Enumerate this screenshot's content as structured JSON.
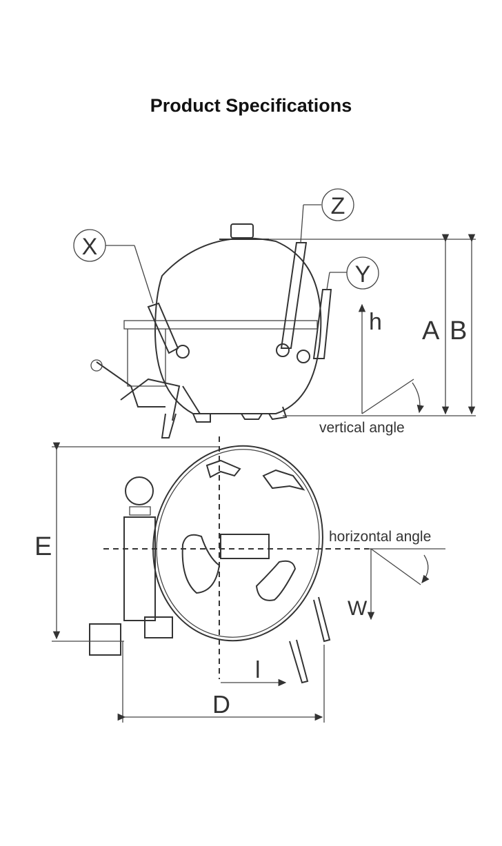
{
  "title": "Product Specifications",
  "side_view": {
    "callouts": [
      "X",
      "Z",
      "Y"
    ],
    "dimensions": {
      "h": "h",
      "A": "A",
      "B": "B"
    },
    "angle_label": "vertical angle"
  },
  "top_view": {
    "dimensions": {
      "E": "E",
      "W": "W",
      "l": "l",
      "D": "D"
    },
    "angle_label": "horizontal angle"
  }
}
